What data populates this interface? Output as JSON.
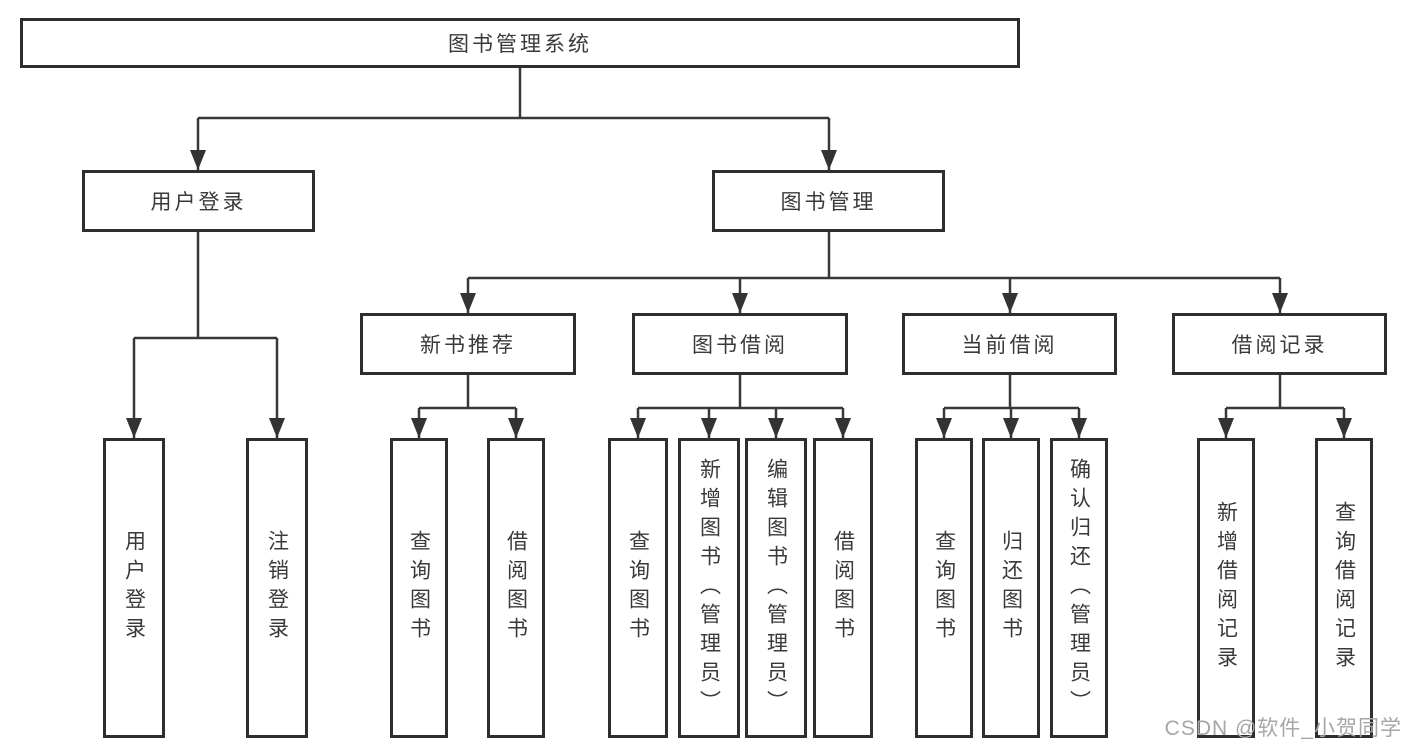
{
  "tree": {
    "root": "图书管理系统",
    "branches": [
      {
        "label": "用户登录",
        "children": [
          "用户登录",
          "注销登录"
        ]
      },
      {
        "label": "图书管理",
        "children": [
          {
            "label": "新书推荐",
            "children": [
              "查询图书",
              "借阅图书"
            ]
          },
          {
            "label": "图书借阅",
            "children": [
              "查询图书",
              "新增图书（管理员）",
              "编辑图书（管理员）",
              "借阅图书"
            ]
          },
          {
            "label": "当前借阅",
            "children": [
              "查询图书",
              "归还图书",
              "确认归还（管理员）"
            ]
          },
          {
            "label": "借阅记录",
            "children": [
              "新增借阅记录",
              "查询借阅记录"
            ]
          }
        ]
      }
    ]
  },
  "watermark": "CSDN @软件_小贺同学",
  "colors": {
    "box_border": "#2e2e2e",
    "connector_line": "#383838",
    "arrowhead": "#333333",
    "text": "#3a3a3a",
    "watermark_text": "#a6a6a6",
    "background": "#ffffff"
  }
}
